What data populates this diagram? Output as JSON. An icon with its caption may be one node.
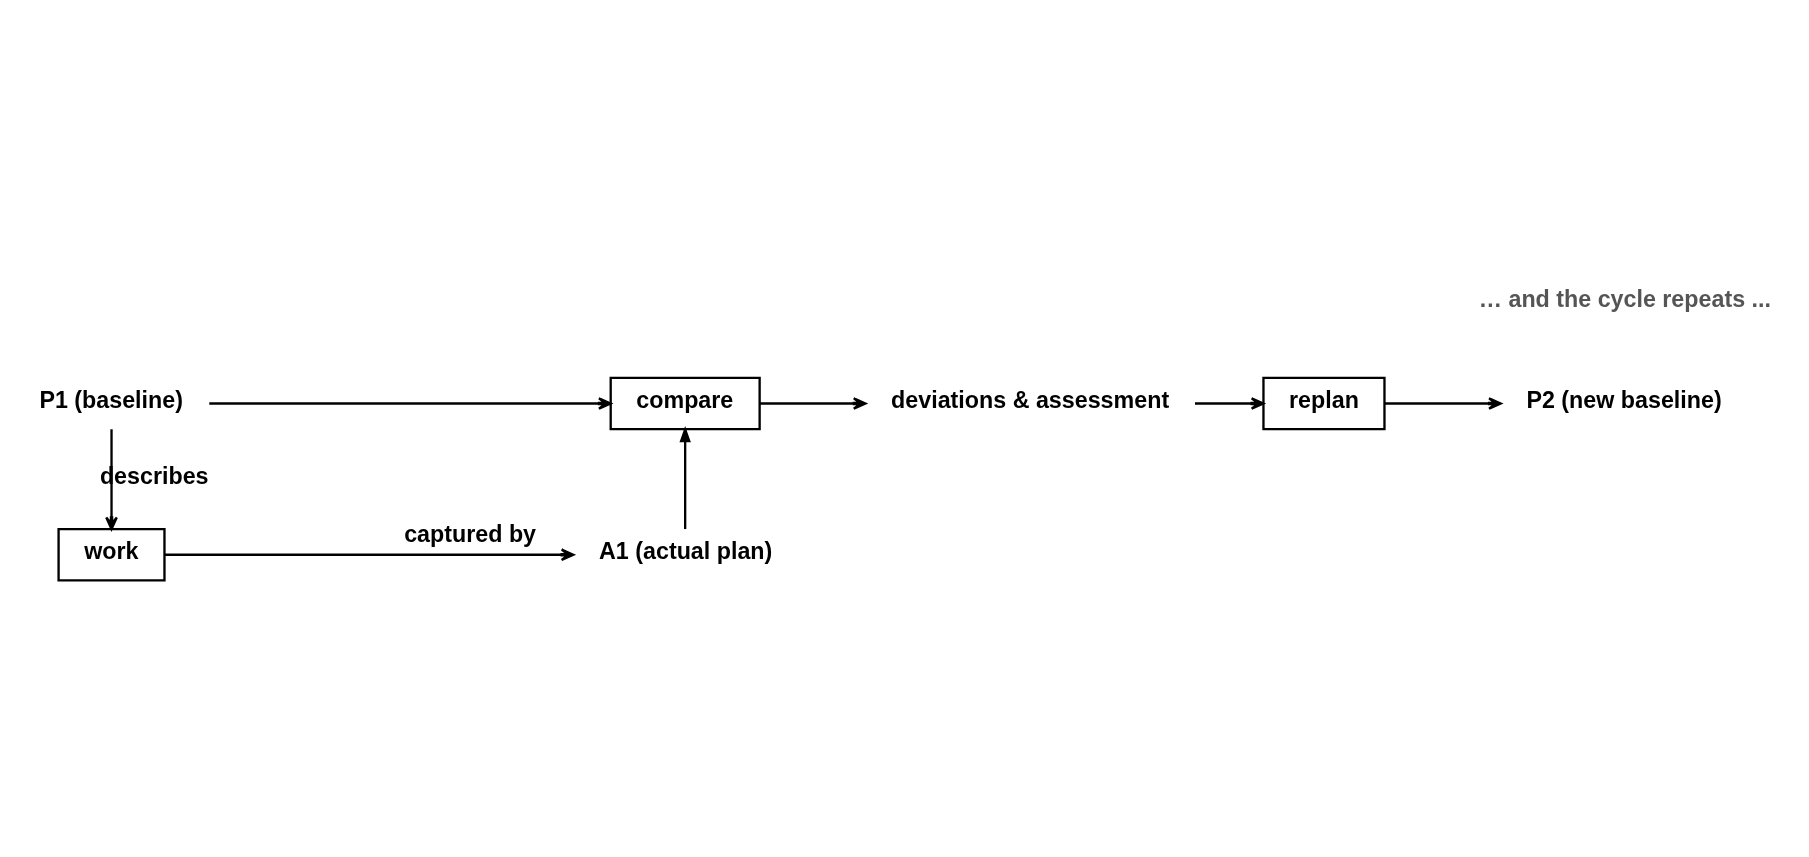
{
  "diagram": {
    "nodes": [
      {
        "text": [
          "P1 (baseline)"
        ]
      },
      {
        "text": [
          "compare"
        ]
      },
      {
        "text": [
          "deviations & assessment"
        ]
      },
      {
        "text": [
          "replan"
        ]
      },
      {
        "text": [
          "P2 (new baseline)"
        ]
      },
      {
        "text": [
          "A1 (actual plan)"
        ]
      },
      {
        "text": [
          "work"
        ]
      }
    ],
    "edges": [
      {
        "from": 0,
        "to": 1,
        "arrow": "to"
      },
      {
        "from": 1,
        "to": 2,
        "arrow": "to"
      },
      {
        "from": 2,
        "to": 3,
        "arrow": "to"
      },
      {
        "from": 3,
        "to": 4,
        "arrow": "to"
      },
      {
        "from": 5,
        "to": 1,
        "arrow": "to"
      },
      {
        "from": 0,
        "to": 6,
        "label": "describes",
        "arrow": "to"
      },
      {
        "from": 6,
        "to": 5,
        "label": "captured by",
        "arrow": "to"
      }
    ],
    "labels": [
      "… and the cycle repeats ..."
    ]
  }
}
